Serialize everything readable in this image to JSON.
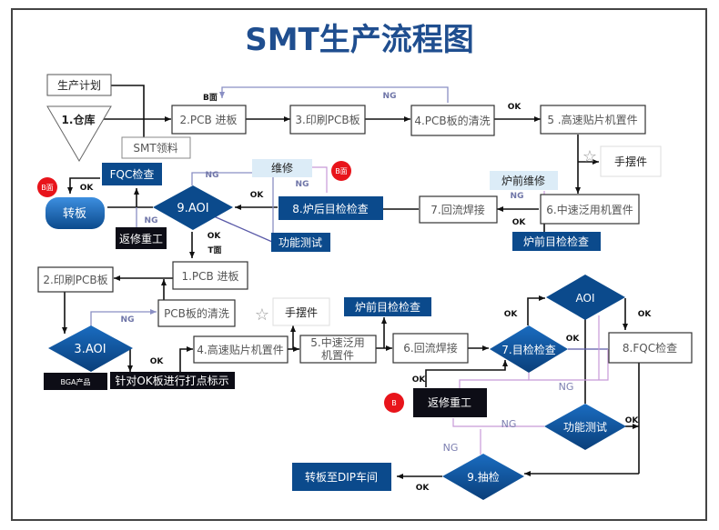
{
  "title": "SMT生产流程图",
  "colors": {
    "title": "#1f4e8f",
    "dark_blue_box": "#0b4a8c",
    "diamond": "#0d5aa7",
    "black_box": "#0d0d16",
    "light_blue_box": "#dcecf7",
    "badge_red": "#e8141b",
    "ng_line": "#8a8fc4",
    "pink_line": "#c79ad8",
    "purple_line": "#5a5aa8"
  },
  "top_section": {
    "plan": "生产计划",
    "warehouse": "1.仓库",
    "material": "SMT领料",
    "step2": "2.PCB 进板",
    "step3": "3.印刷PCB板",
    "step4": "4.PCB板的清洗",
    "step5": "5 .高速贴片机置件",
    "manual": "手摆件",
    "step6": "6.中速泛用机置件",
    "pre_repair": "炉前维修",
    "pre_inspect": "炉前目检检查",
    "step7": "7.回流焊接",
    "step8": "8.炉后目检检查",
    "repair": "维修",
    "aoi9": "9.AOI",
    "func_test": "功能测试",
    "fqc": "FQC检查",
    "rework": "返修重工",
    "transfer": "转板",
    "badge_b1": "B面",
    "badge_b2": "B面",
    "label_b_side": "B面",
    "label_t_side": "T面",
    "ok": "OK",
    "ng": "NG"
  },
  "bottom_section": {
    "step1": "1.PCB 进板",
    "step2": "2.印刷PCB板",
    "clean": "PCB板的清洗",
    "aoi3": "3.AOI",
    "bga": "BGA产品",
    "mark": "针对OK板进行打点标示",
    "step4": "4.高速贴片机置件",
    "manual": "手摆件",
    "step5_line1": "5.中速泛用",
    "step5_line2": "机置件",
    "pre_inspect": "炉前目检检查",
    "step6": "6.回流焊接",
    "step7": "7.目检检查",
    "aoi": "AOI",
    "fqc": "8.FQC检查",
    "rework": "返修重工",
    "badge": "B",
    "func_test": "功能测试",
    "sample": "9.抽检",
    "dip": "转板至DIP车间",
    "ok": "OK",
    "ng": "NG"
  }
}
